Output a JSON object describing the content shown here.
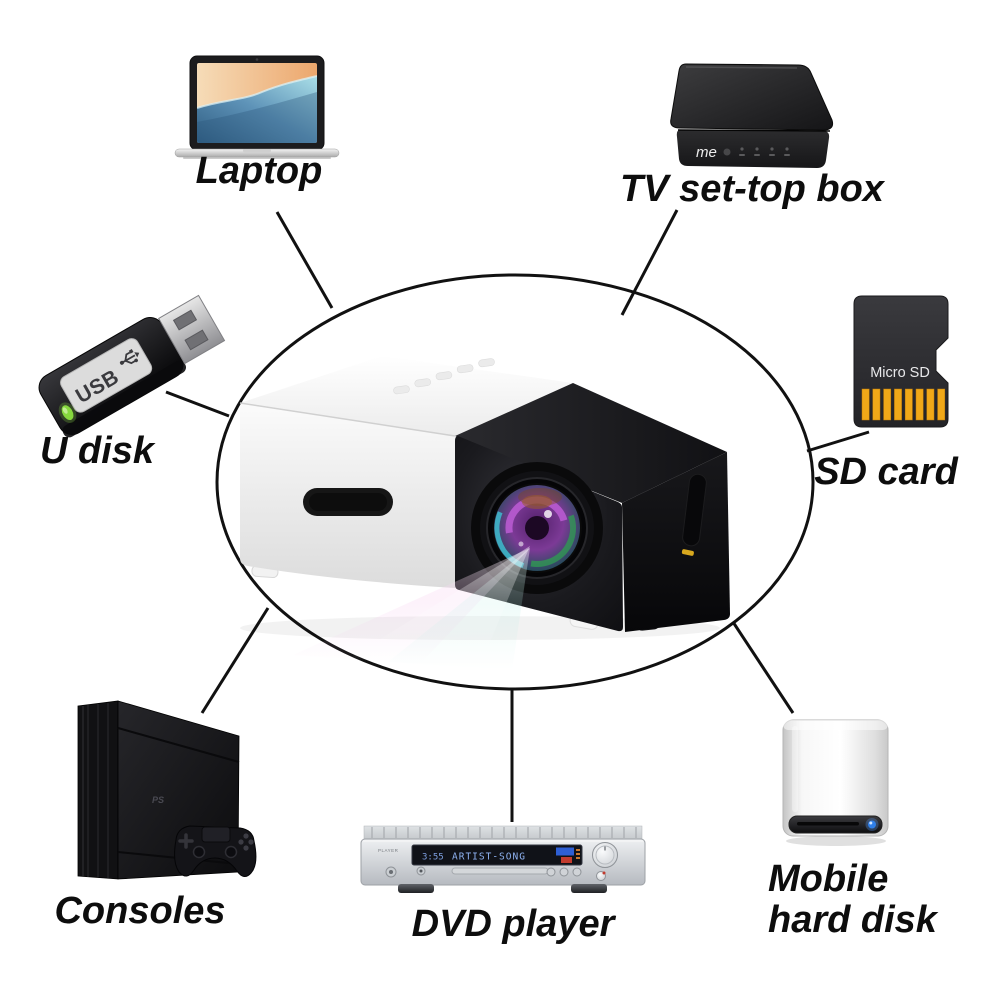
{
  "diagram": {
    "subject": "mini projector",
    "connections": [
      "laptop",
      "tv_set_top_box",
      "u_disk",
      "sd_card",
      "consoles",
      "dvd_player",
      "mobile_hard_disk"
    ]
  },
  "devices": {
    "laptop": {
      "label": "Laptop"
    },
    "tv_box": {
      "label": "TV set-top box",
      "logo": "me"
    },
    "u_disk": {
      "label": "U disk",
      "print": "USB"
    },
    "sd_card": {
      "label": "SD card",
      "print": "Micro SD"
    },
    "consoles": {
      "label": "Consoles",
      "logo": "PS"
    },
    "dvd": {
      "label": "DVD player",
      "brand": "PLAYER",
      "display_time": "3:55",
      "display_track": "ARTIST-SONG"
    },
    "hdd": {
      "label_line1": "Mobile",
      "label_line2": "hard disk"
    }
  },
  "colors": {
    "line": "#111111",
    "label_text": "#0d0d0d",
    "sd_pins": "#f0a818",
    "usb_led": "#86d83e",
    "hdd_led": "#2f7fe8",
    "dvd_display_text": "#8fb3f2"
  }
}
